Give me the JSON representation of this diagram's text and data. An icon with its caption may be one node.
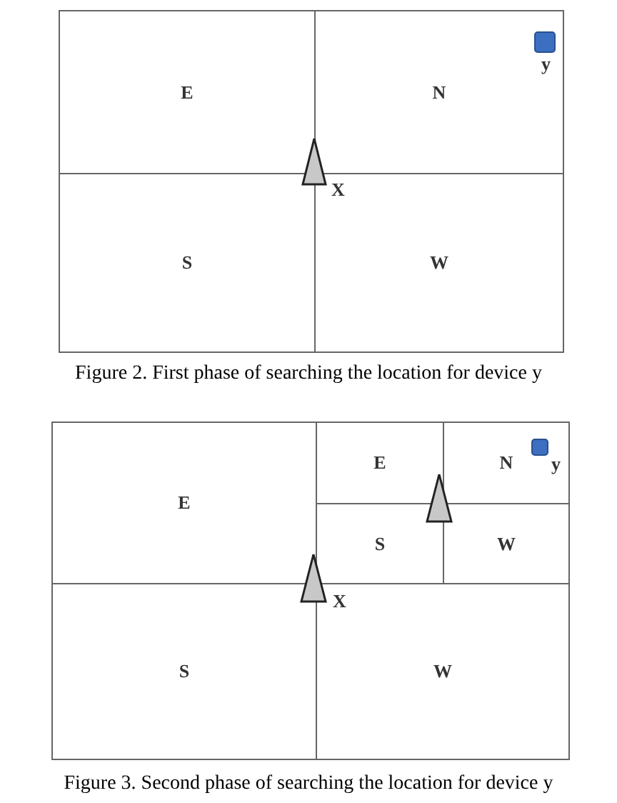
{
  "diagram": {
    "nodes": [
      {
        "text": [
          "E"
        ]
      },
      {
        "text": [
          "N"
        ]
      },
      {
        "text": [
          "S"
        ]
      },
      {
        "text": [
          "W"
        ]
      },
      {
        "text": [
          "E"
        ]
      },
      {
        "text": [
          "E"
        ]
      },
      {
        "text": [
          "N"
        ]
      },
      {
        "text": [
          "S"
        ]
      },
      {
        "text": [
          "W"
        ]
      },
      {
        "text": [
          "S"
        ]
      },
      {
        "text": [
          "W"
        ]
      }
    ],
    "labels": [
      "y",
      "X",
      "Figure 2. First phase of searching the location for device y",
      "y",
      "X",
      "Figure 3. Second phase of searching the location for device y"
    ]
  }
}
